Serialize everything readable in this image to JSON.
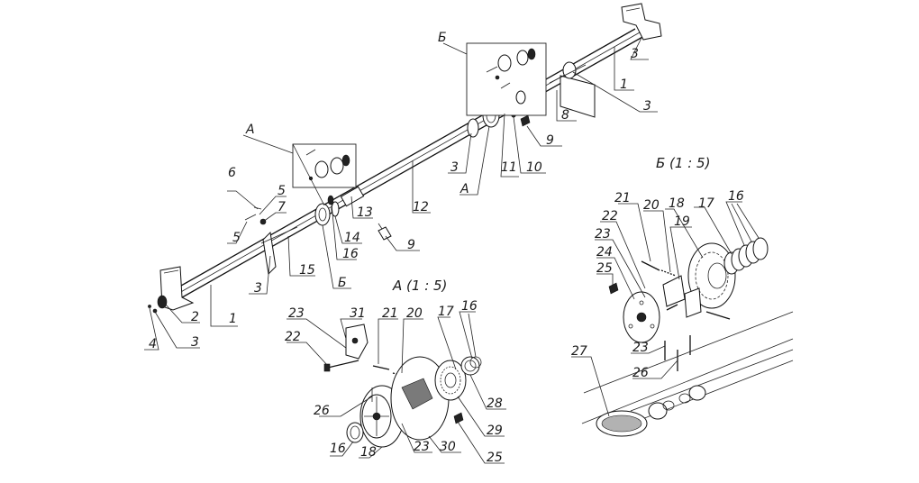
{
  "views": {
    "detail_a_title": "А (1 : 5)",
    "detail_b_title": "Б (1 : 5)",
    "inset_a_letter": "А",
    "inset_b_letter": "Б"
  },
  "main_callouts": {
    "c1a": "1",
    "c1b": "1",
    "c2": "2",
    "c3a": "3",
    "c3b": "3",
    "c3c": "3",
    "c3d": "3",
    "c3e": "3",
    "c4": "4",
    "c5a": "5",
    "c5b": "5",
    "c6": "6",
    "c7": "7",
    "c8": "8",
    "c9a": "9",
    "c9b": "9",
    "c10": "10",
    "c11": "11",
    "c12": "12",
    "c13": "13",
    "c14": "14",
    "c15": "15",
    "c16": "16",
    "ca": "А",
    "cb": "Б"
  },
  "detail_a_callouts": {
    "c16": "16",
    "c17": "17",
    "c18": "18",
    "c20": "20",
    "c21": "21",
    "c22": "22",
    "c23a": "23",
    "c23b": "23",
    "c25": "25",
    "c26": "26",
    "c28": "28",
    "c29": "29",
    "c30": "30",
    "c31": "31"
  },
  "detail_b_callouts": {
    "c16": "16",
    "c17": "17",
    "c18": "18",
    "c19": "19",
    "c20": "20",
    "c21": "21",
    "c22": "22",
    "c23a": "23",
    "c23b": "23",
    "c24": "24",
    "c25": "25",
    "c26": "26",
    "c27": "27"
  }
}
